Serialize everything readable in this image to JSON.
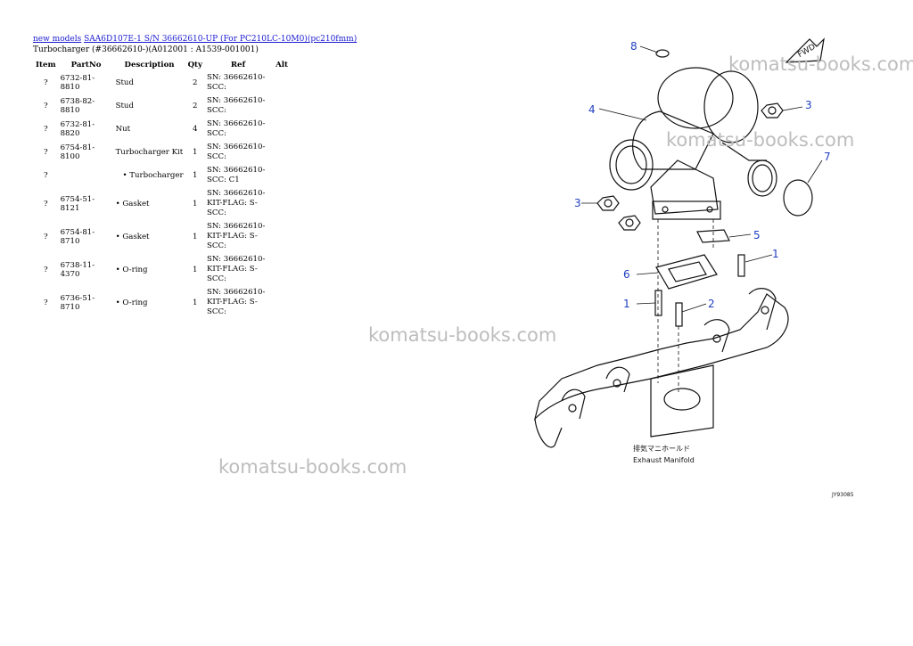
{
  "breadcrumb": {
    "link1": "new models",
    "link2": "SAA6D107E-1 S/N 36662610-UP (For PC210LC-10M0)(pc210fmm)"
  },
  "subtitle": "Turbocharger (#36662610-)(A012001 : A1539-001001)",
  "table": {
    "headers": {
      "item": "Item",
      "partno": "PartNo",
      "description": "Description",
      "qty": "Qty",
      "ref": "Ref",
      "alt": "Alt"
    },
    "rows": [
      {
        "item": "?",
        "partno": "6732-81-8810",
        "description": "Stud",
        "qty": "2",
        "ref": "SN: 36662610-SCC:",
        "alt": ""
      },
      {
        "item": "?",
        "partno": "6738-82-8810",
        "description": "Stud",
        "qty": "2",
        "ref": "SN: 36662610-SCC:",
        "alt": ""
      },
      {
        "item": "?",
        "partno": "6732-81-8820",
        "description": "Nut",
        "qty": "4",
        "ref": "SN: 36662610-SCC:",
        "alt": ""
      },
      {
        "item": "?",
        "partno": "6754-81-8100",
        "description": "Turbocharger Kit",
        "qty": "1",
        "ref": "SN: 36662610-SCC:",
        "alt": ""
      },
      {
        "item": "?",
        "partno": "",
        "description": "• Turbocharger",
        "qty": "1",
        "ref": "SN: 36662610-SCC: C1",
        "alt": ""
      },
      {
        "item": "?",
        "partno": "6754-51-8121",
        "description": "• Gasket",
        "qty": "1",
        "ref": "SN: 36662610-KIT-FLAG: S-SCC:",
        "alt": ""
      },
      {
        "item": "?",
        "partno": "6754-81-8710",
        "description": "• Gasket",
        "qty": "1",
        "ref": "SN: 36662610-KIT-FLAG: S-SCC:",
        "alt": ""
      },
      {
        "item": "?",
        "partno": "6738-11-4370",
        "description": "• O-ring",
        "qty": "1",
        "ref": "SN: 36662610-KIT-FLAG: S-SCC:",
        "alt": ""
      },
      {
        "item": "?",
        "partno": "6736-51-8710",
        "description": "• O-ring",
        "qty": "1",
        "ref": "SN: 36662610-KIT-FLAG: S-SCC:",
        "alt": ""
      }
    ]
  },
  "watermarks": [
    "komatsu-books.com",
    "komatsu-books.com",
    "komatsu-books.com",
    "komatsu-books.com"
  ],
  "diagram": {
    "callouts": [
      "8",
      "4",
      "3",
      "7",
      "3",
      "5",
      "1",
      "6",
      "1",
      "2"
    ],
    "fwd_label": "FWD",
    "jp_label": "排気マニホールド",
    "en_label": "Exhaust Manifold",
    "code": "JY93085",
    "callout_color": "#1f3fbf"
  }
}
